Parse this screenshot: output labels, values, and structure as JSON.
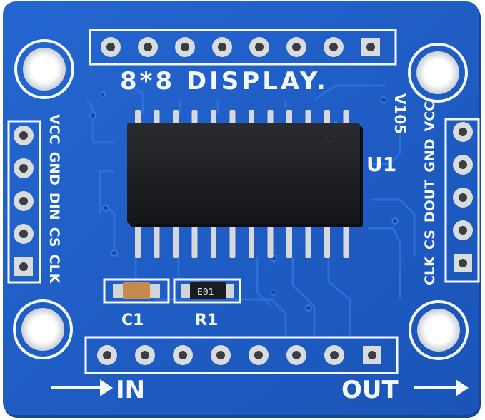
{
  "board": {
    "title": "8*8 DISPLAY.",
    "version": "V105",
    "chip_label": "U1",
    "capacitor_label": "C1",
    "resistor_label": "R1",
    "resistor_marking": "E01",
    "in_label": "IN",
    "out_label": "OUT",
    "left_pins": [
      "VCC",
      "GND",
      "DIN",
      "CS",
      "CLK"
    ],
    "right_pins": [
      "VCC",
      "GND",
      "DOUT",
      "CS",
      "CLK"
    ],
    "colors": {
      "pcb": "#1f5ec6",
      "pcb_dark": "#17489c",
      "trace": "#2b6fd6",
      "silkscreen": "#f4f8ff",
      "chip": "#1c1d20",
      "pad": "#d9dcdf",
      "background": "#ffffff"
    }
  }
}
